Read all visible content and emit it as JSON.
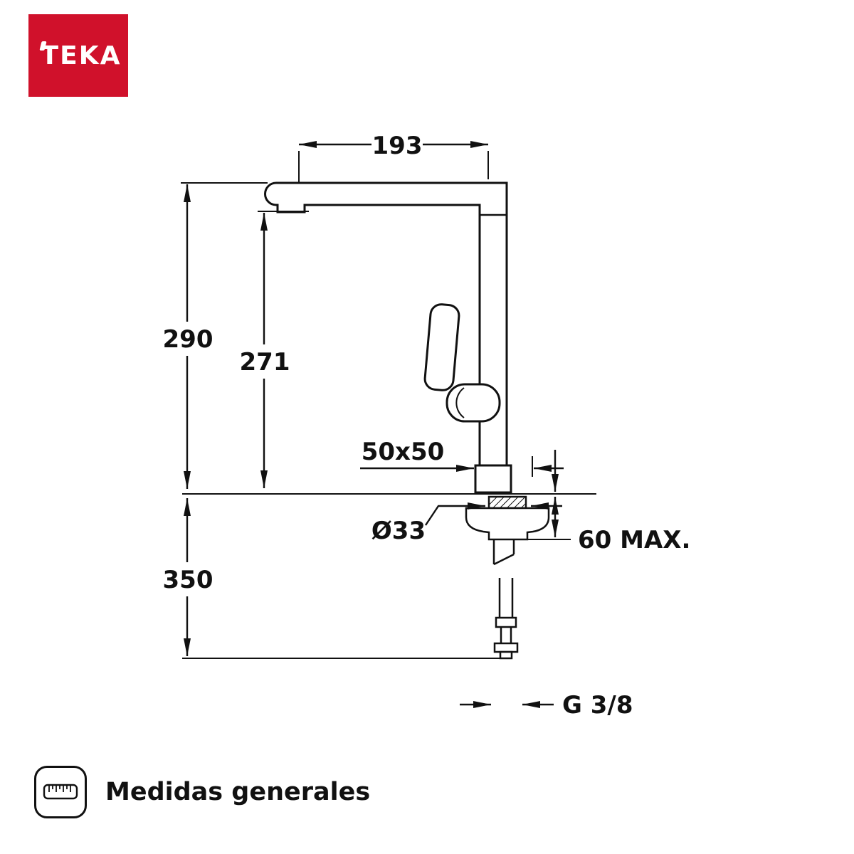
{
  "brand": {
    "logo_text": "TEKA",
    "logo_bg_color": "#d0112b",
    "logo_text_color": "#ffffff"
  },
  "drawing": {
    "type": "technical-dimension-drawing",
    "subject": "kitchen faucet (tap) with under-counter supply hose",
    "line_color": "#111111",
    "labels": {
      "spout_reach": "193",
      "total_height": "290",
      "spout_height": "271",
      "base_size": "50x50",
      "hole_diameter": "Ø33",
      "max_counter_thickness": "60 MAX.",
      "under_counter_length": "350",
      "thread_size": "G 3/8"
    }
  },
  "footer": {
    "icon": "ruler-icon",
    "caption": "Medidas generales"
  }
}
